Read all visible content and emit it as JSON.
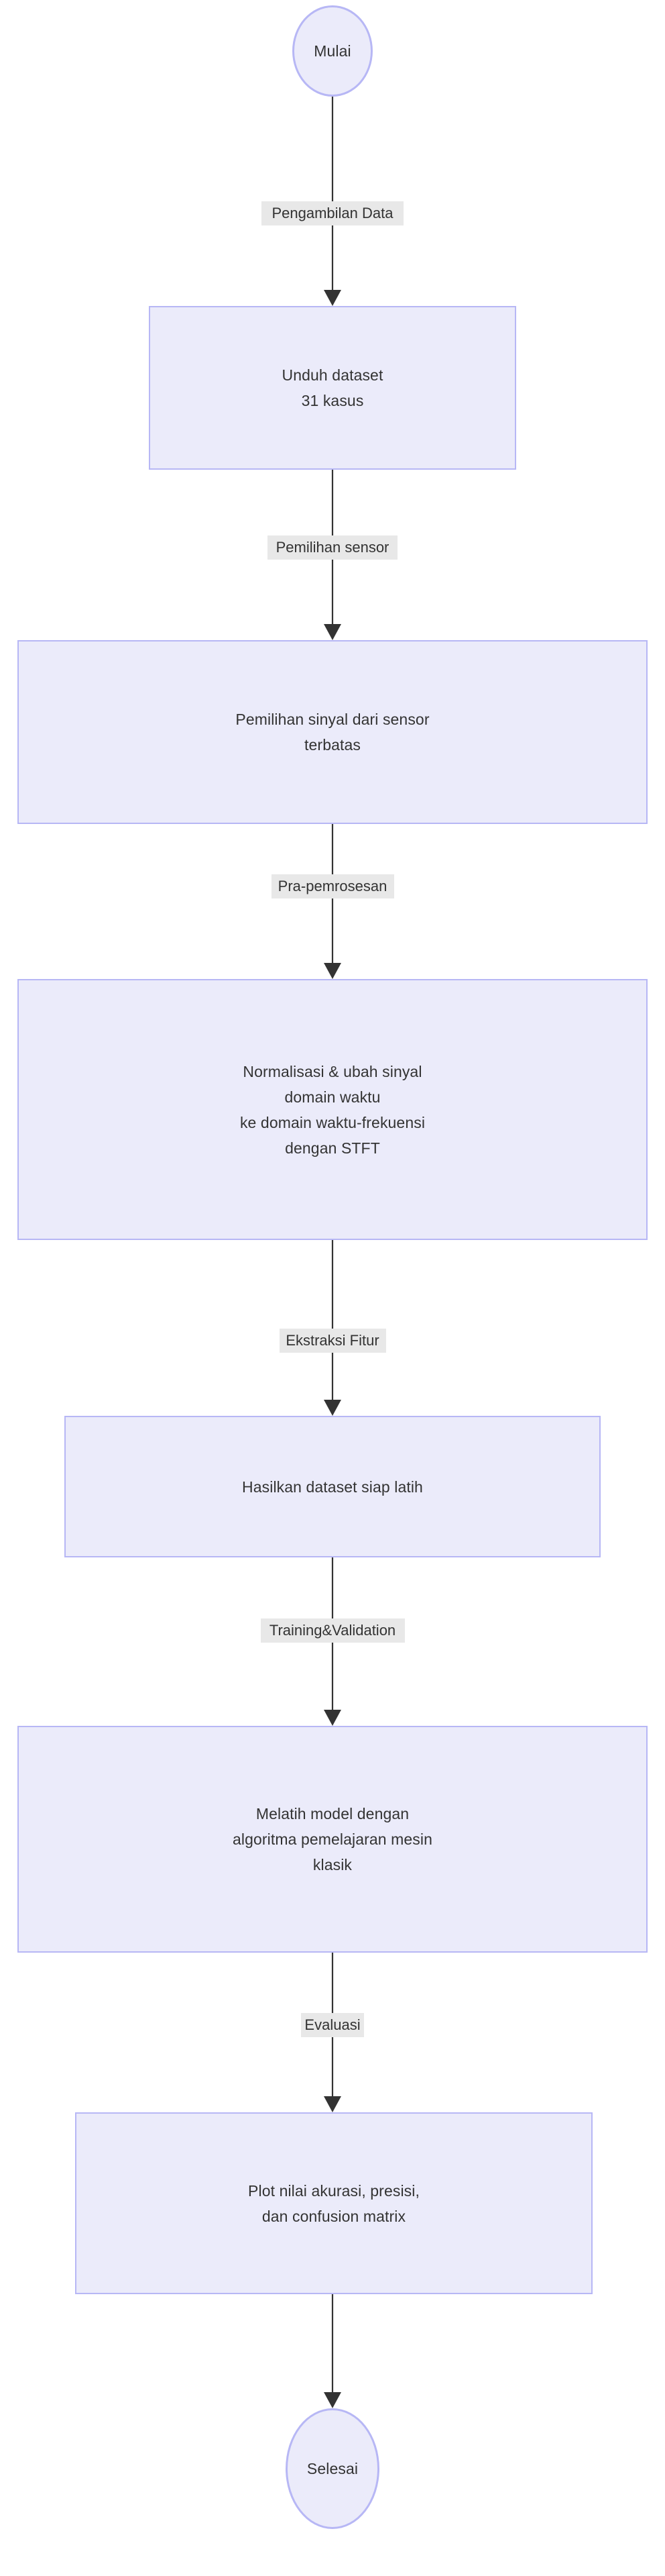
{
  "diagram": {
    "title": "Flowchart metodologi penelitian",
    "orientation": "top-to-bottom",
    "colors": {
      "node_fill": "#ebebfa",
      "node_border": "#b7b7f5",
      "edge_stroke": "#333333",
      "edge_label_background": "#e8e8e8",
      "text": "#333333",
      "canvas_background": "#ffffff"
    },
    "nodes": [
      {
        "id": "start",
        "shape": "ellipse",
        "label": "Mulai"
      },
      {
        "id": "unduh",
        "shape": "rectangle",
        "label": "Unduh dataset\n31 kasus"
      },
      {
        "id": "pemilihan",
        "shape": "rectangle",
        "label": "Pemilihan sinyal dari sensor\nterbatas"
      },
      {
        "id": "normalisasi",
        "shape": "rectangle",
        "label": "Normalisasi & ubah sinyal\ndomain waktu\nke domain waktu-frekuensi\ndengan STFT"
      },
      {
        "id": "hasilkan",
        "shape": "rectangle",
        "label": "Hasilkan dataset siap latih"
      },
      {
        "id": "melatih",
        "shape": "rectangle",
        "label": "Melatih model dengan\nalgoritma pemelajaran mesin\nklasik"
      },
      {
        "id": "plot",
        "shape": "rectangle",
        "label": "Plot nilai akurasi, presisi,\ndan confusion matrix"
      },
      {
        "id": "end",
        "shape": "ellipse",
        "label": "Selesai"
      }
    ],
    "edges": [
      {
        "from": "start",
        "to": "unduh",
        "label": "Pengambilan Data"
      },
      {
        "from": "unduh",
        "to": "pemilihan",
        "label": "Pemilihan sensor"
      },
      {
        "from": "pemilihan",
        "to": "normalisasi",
        "label": "Pra-pemrosesan"
      },
      {
        "from": "normalisasi",
        "to": "hasilkan",
        "label": "Ekstraksi Fitur"
      },
      {
        "from": "hasilkan",
        "to": "melatih",
        "label": "Training&Validation"
      },
      {
        "from": "melatih",
        "to": "plot",
        "label": "Evaluasi"
      },
      {
        "from": "plot",
        "to": "end",
        "label": ""
      }
    ]
  }
}
